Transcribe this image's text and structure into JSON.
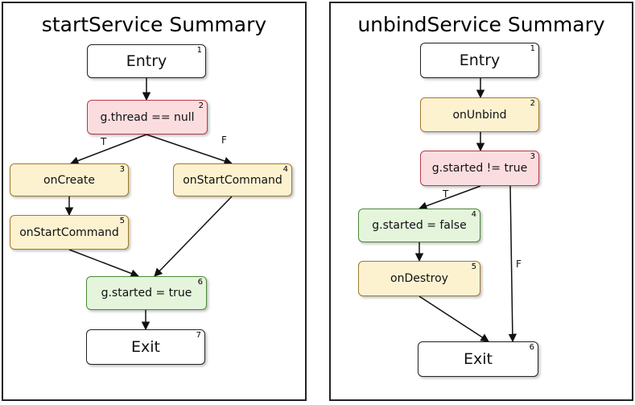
{
  "colors": {
    "terminal": "#ffffff",
    "action": "#fdf2d0",
    "decision": "#fbdde0",
    "assign": "#e4f5dc"
  },
  "left": {
    "title": "startService Summary",
    "nodes": {
      "entry": {
        "label": "Entry",
        "num": "1"
      },
      "check_thread": {
        "label": "g.thread == null",
        "num": "2"
      },
      "on_create": {
        "label": "onCreate",
        "num": "3"
      },
      "on_start_command_right": {
        "label": "onStartCommand",
        "num": "4"
      },
      "on_start_command_left": {
        "label": "onStartCommand",
        "num": "5"
      },
      "set_started_true": {
        "label": "g.started  = true",
        "num": "6"
      },
      "exit": {
        "label": "Exit",
        "num": "7"
      }
    },
    "edge_labels": {
      "true_branch": "T",
      "false_branch": "F"
    }
  },
  "right": {
    "title": "unbindService Summary",
    "nodes": {
      "entry": {
        "label": "Entry",
        "num": "1"
      },
      "on_unbind": {
        "label": "onUnbind",
        "num": "2"
      },
      "check_started": {
        "label": "g.started != true",
        "num": "3"
      },
      "set_started_false": {
        "label": "g.started  = false",
        "num": "4"
      },
      "on_destroy": {
        "label": "onDestroy",
        "num": "5"
      },
      "exit": {
        "label": "Exit",
        "num": "6"
      }
    },
    "edge_labels": {
      "true_branch": "T",
      "false_branch": "F"
    }
  }
}
